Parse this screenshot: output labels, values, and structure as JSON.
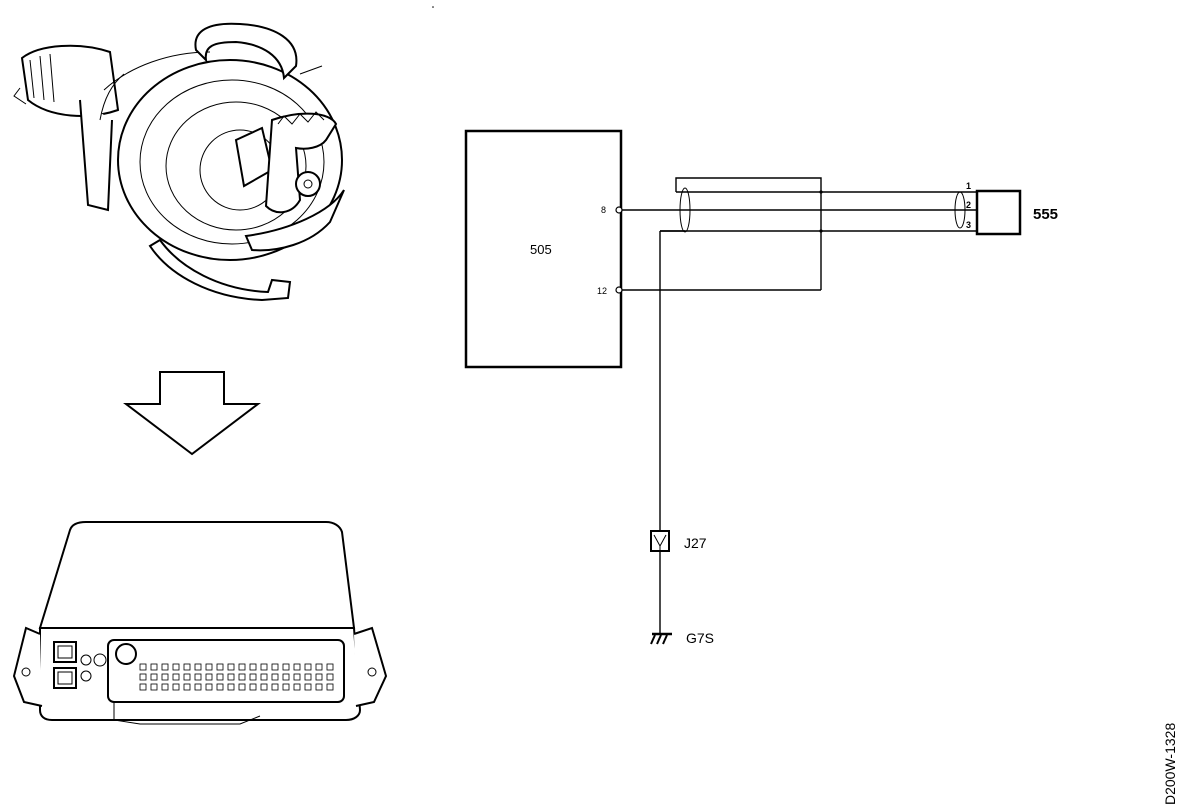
{
  "diagram": {
    "ecu_label": "505",
    "ecu_pin_a": "8",
    "ecu_pin_b": "12",
    "sensor_label": "555",
    "sensor_pins": [
      "1",
      "2",
      "3"
    ],
    "junction_label": "J27",
    "ground_label": "G7S",
    "drawing_ref": "D200W-1328"
  }
}
